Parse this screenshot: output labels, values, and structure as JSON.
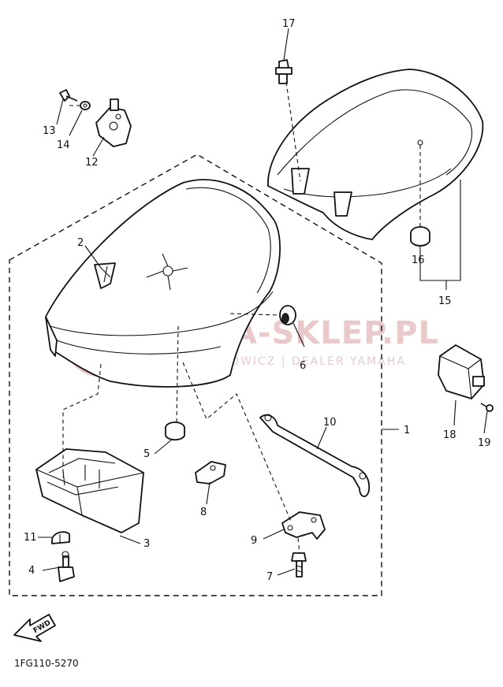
{
  "diagram": {
    "code": "1FG110-5270",
    "fwd_label": "FWD",
    "watermark": {
      "title": "YAMA-SKLEP.PL",
      "subtitle": "WOJCIECHOWICZ | DEALER YAMAHA"
    },
    "callouts": [
      "1",
      "2",
      "3",
      "4",
      "5",
      "6",
      "7",
      "8",
      "9",
      "10",
      "11",
      "12",
      "13",
      "14",
      "15",
      "16",
      "17",
      "18",
      "19"
    ],
    "colors": {
      "line": "#111111",
      "watermark": "#e9c9c9"
    }
  }
}
